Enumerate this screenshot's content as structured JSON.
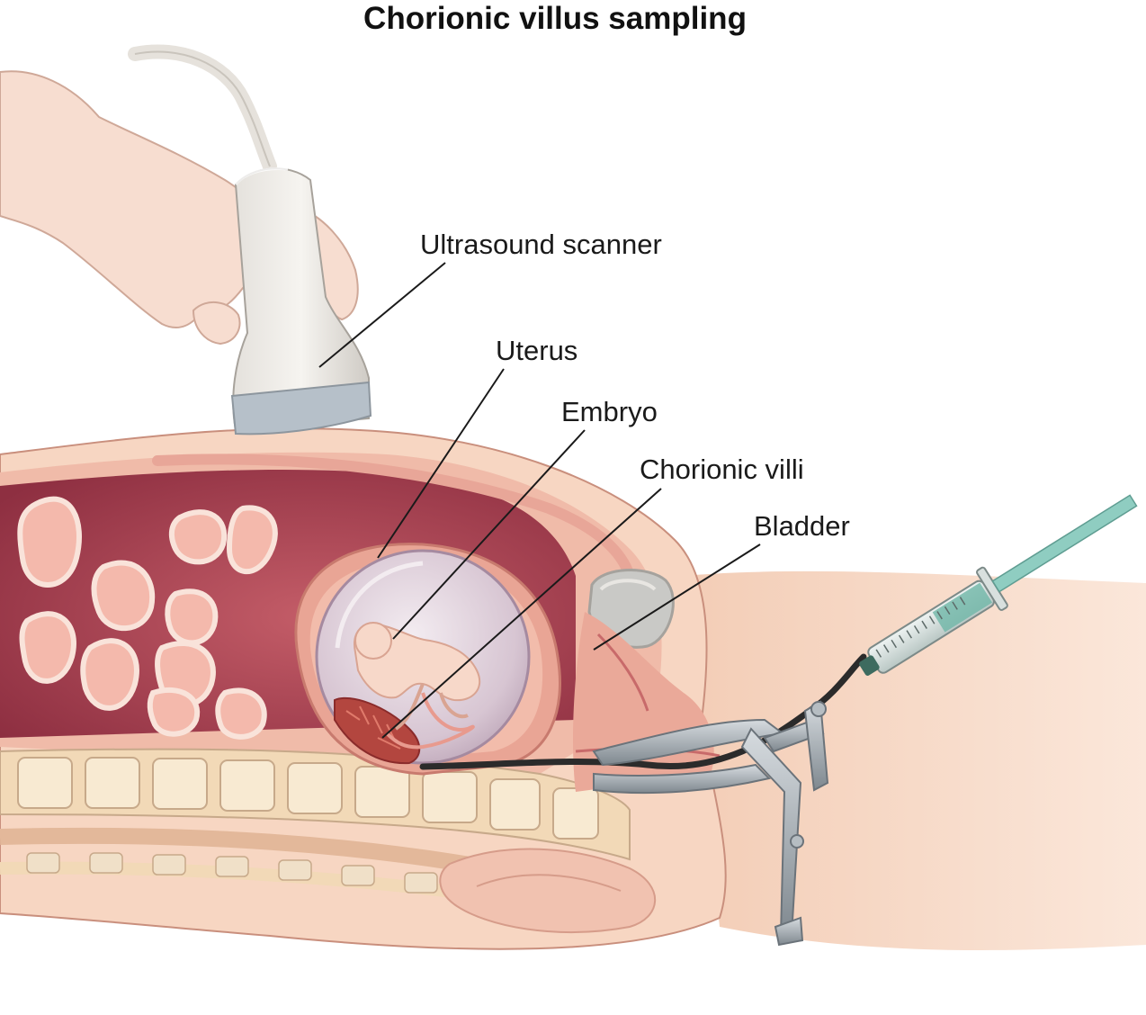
{
  "title": "Chorionic villus sampling",
  "labels": {
    "ultrasound_scanner": "Ultrasound scanner",
    "uterus": "Uterus",
    "embryo": "Embryo",
    "chorionic_villi": "Chorionic villi",
    "bladder": "Bladder"
  },
  "colors": {
    "skin": "#f6d3bd",
    "tissue_pink": "#f2c0ad",
    "cavity": "#a8404f",
    "uterus_wall": "#e8a093",
    "amniotic_sac": "#d9c9d4",
    "embryo": "#f5d2c4",
    "instrument_metal": "#9aa2a8",
    "catheter": "#2b2b2b",
    "syringe_fluid": "#6fb7a8"
  },
  "icons": {
    "probe": "ultrasound-probe-icon",
    "hand": "hand-icon",
    "speculum": "speculum-icon",
    "syringe": "syringe-icon"
  }
}
